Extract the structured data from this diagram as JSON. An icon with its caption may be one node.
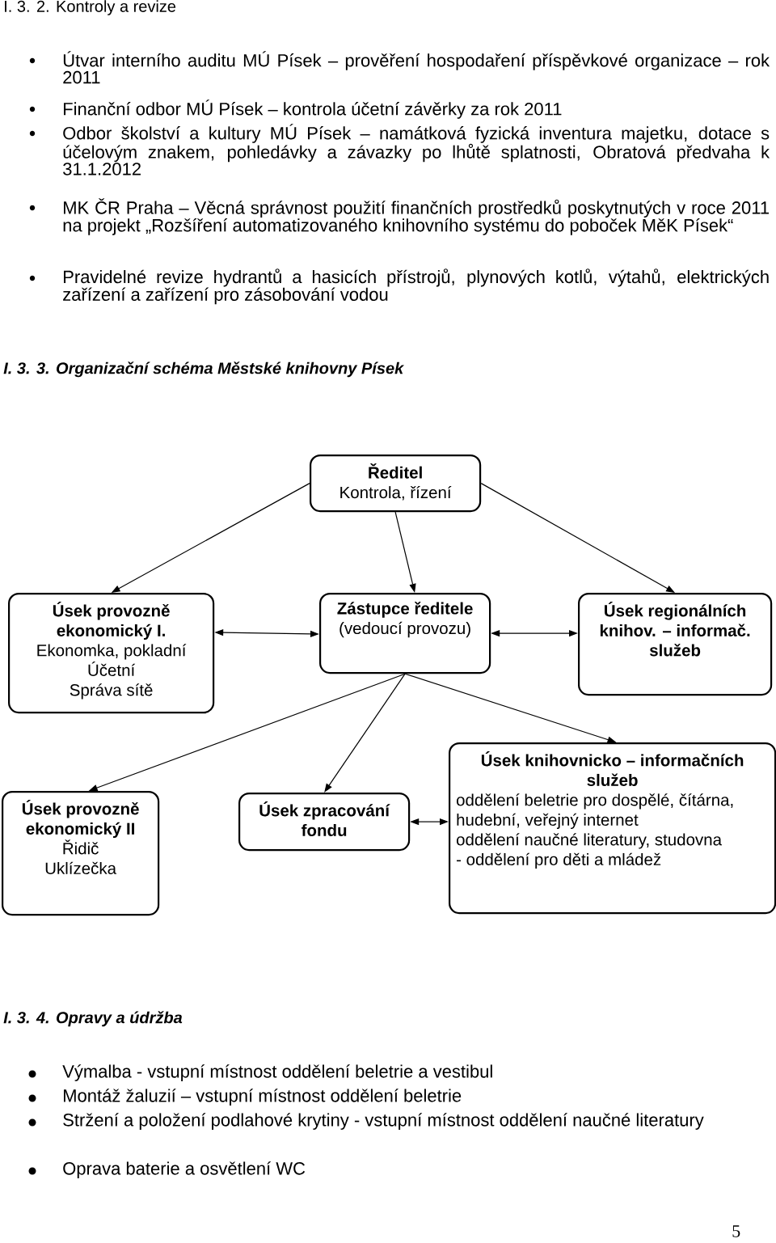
{
  "diagram": {
    "title": "I. 3. 3. Organizační schéma Městské knihovny Písek",
    "nodes": [
      {
        "text": [
          "Ředitel",
          "Kontrola, řízení"
        ]
      },
      {
        "text": [
          "Úsek provozně ekonomický I.",
          "Ekonomka, pokladní",
          "Účetní",
          "Správa sítě"
        ]
      },
      {
        "text": [
          "Zástupce ředitele",
          "(vedoucí provozu)"
        ]
      },
      {
        "text": [
          "Úsek regionálních knihov. – informač. služeb"
        ]
      },
      {
        "text": [
          "Úsek provozně ekonomický II",
          "Řidič",
          "Uklízečka"
        ]
      },
      {
        "text": [
          "Úsek zpracování fondu"
        ]
      },
      {
        "text": [
          "Úsek knihovnicko – informačních služeb",
          "oddělení beletrie pro dospělé, čítárna, hudební, veřejný internet",
          "oddělení naučné literatury, studovna",
          "- oddělení pro děti a mládež"
        ]
      }
    ],
    "edges": [
      {
        "from": 0,
        "to": 1,
        "arrow": "to"
      },
      {
        "from": 0,
        "to": 2,
        "arrow": "to"
      },
      {
        "from": 0,
        "to": 3,
        "arrow": "to"
      },
      {
        "from": 1,
        "to": 2,
        "arrow": "both"
      },
      {
        "from": 2,
        "to": 3,
        "arrow": "both"
      },
      {
        "from": 2,
        "to": 4,
        "arrow": "to"
      },
      {
        "from": 2,
        "to": 5,
        "arrow": "to"
      },
      {
        "from": 2,
        "to": 6,
        "arrow": "to"
      },
      {
        "from": 5,
        "to": 6,
        "arrow": "both"
      }
    ],
    "labels": [
      "I. 3. 2. Kontroly a revize",
      "Útvar interního auditu MÚ Písek – prověření hospodaření příspěvkové organizace – rok 2011",
      "Finanční odbor MÚ Písek – kontrola účetní závěrky za rok 2011",
      "Odbor školství a kultury MÚ Písek – namátková fyzická inventura majetku, dotace s účelovým znakem, pohledávky a závazky po lhůtě splatnosti, Obratová předvaha k 31.1.2012",
      "MK ČR Praha – Věcná správnost použití finančních prostředků poskytnutých v roce 2011 na projekt „Rozšíření automatizovaného knihovního systému do poboček MěK Písek“",
      "Pravidelné revize hydrantů a hasicích přístrojů, plynových kotlů, výtahů, elektrických zařízení a zařízení pro zásobování vodou",
      "I. 3. 4. Opravy a údržba",
      "Výmalba - vstupní místnost oddělení beletrie a vestibul",
      "Montáž žaluzií – vstupní místnost oddělení beletrie",
      "Stržení a položení podlahové krytiny - vstupní místnost oddělení naučné literatury",
      "Oprava baterie a osvětlení WC",
      "5"
    ]
  }
}
